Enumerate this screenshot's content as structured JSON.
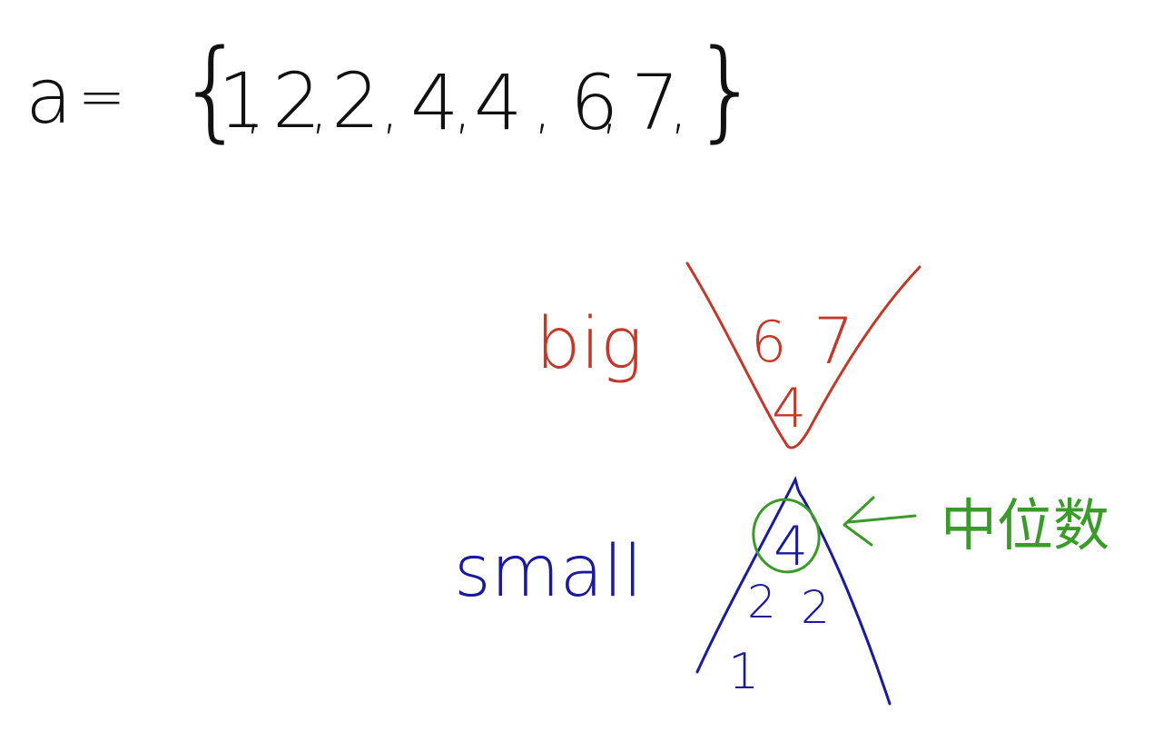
{
  "equation": {
    "variable": "a",
    "equals": "=",
    "open_brace": "{",
    "close_brace": "}",
    "elements": [
      "1",
      "2",
      "2",
      "4",
      "4",
      "6",
      "7"
    ],
    "separator": ","
  },
  "big_heap": {
    "label": "big",
    "values": [
      "6",
      "7",
      "4"
    ],
    "color": "#c0392b"
  },
  "small_heap": {
    "label": "small",
    "values": [
      "4",
      "2",
      "2",
      "1"
    ],
    "color": "#1a1a9a"
  },
  "median": {
    "label": "中位数",
    "circled_value": "4",
    "color": "#3a9a2a"
  }
}
